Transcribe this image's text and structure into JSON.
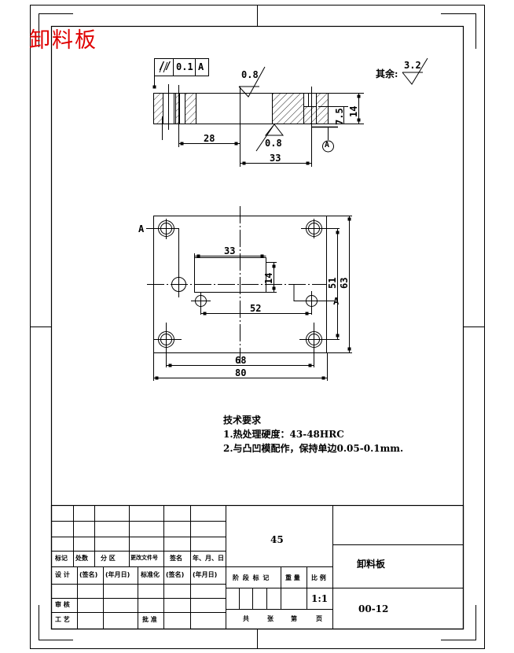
{
  "drawing": {
    "title": "卸料板",
    "colors": {
      "title": "#e00000",
      "line": "#000000",
      "background": "#ffffff"
    },
    "section_view": {
      "parallelism_tolerance": {
        "symbol": "//",
        "value": "0.1",
        "datum": "A"
      },
      "roughness_top": "0.8",
      "roughness_bottom": "0.8",
      "roughness_other_label": "其余:",
      "roughness_other_value": "3.2",
      "dim_28": "28",
      "dim_33": "33",
      "dim_7_5": "7.5",
      "dim_14": "14",
      "datum_label": "A"
    },
    "plan_view": {
      "section_mark_left": "A",
      "section_mark_right": "A",
      "dim_33": "33",
      "dim_14": "14",
      "dim_52": "52",
      "dim_51": "51",
      "dim_63": "63",
      "dim_68": "68",
      "dim_80": "80"
    },
    "technical_requirements": {
      "heading": "技术要求",
      "items": [
        "1.热处理硬度：43-48HRC",
        "2.与凸凹模配作，保持单边0.05-0.1mm."
      ]
    },
    "title_block": {
      "material": "45",
      "part_name": "卸料板",
      "drawing_number": "00-12",
      "revision_headers": [
        "标记",
        "处数",
        "分 区",
        "更改文件号",
        "签名",
        "年、月、日"
      ],
      "design_row": [
        "设 计",
        "(签名)",
        "(年月日)",
        "标准化",
        "(签名)",
        "(年月日)"
      ],
      "review_label": "审 核",
      "process_label": "工 艺",
      "approve_label": "批 准",
      "stage_headers": [
        "阶 段 标 记",
        "重 量",
        "比 例"
      ],
      "scale": "1:1",
      "sheet_row": [
        "共",
        "张",
        "第",
        "页"
      ]
    }
  }
}
